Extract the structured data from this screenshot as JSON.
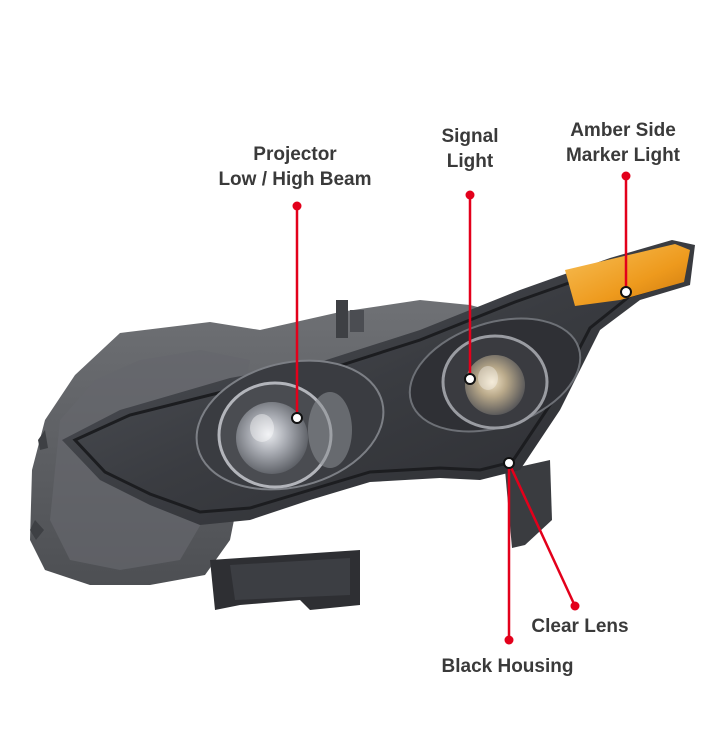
{
  "callouts": {
    "projector": {
      "line1": "Projector",
      "line2": "Low / High Beam"
    },
    "signal": {
      "line1": "Signal",
      "line2": "Light"
    },
    "amber": {
      "line1": "Amber Side",
      "line2": "Marker Light"
    },
    "clear_lens": {
      "label": "Clear Lens"
    },
    "black_housing": {
      "label": "Black Housing"
    }
  },
  "colors": {
    "callout_line": "#e3001b",
    "label_text": "#3a3a3a",
    "housing": "#2b2b2e",
    "amber_lens": "#f2a52a"
  }
}
